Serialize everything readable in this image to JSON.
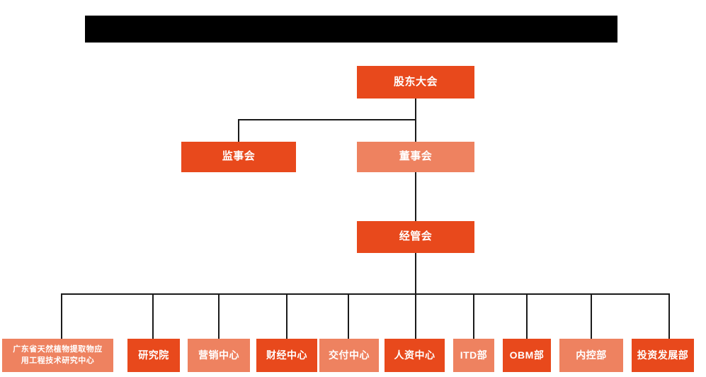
{
  "chart_data": {
    "type": "diagram",
    "diagram_type": "organizational-chart",
    "title": "",
    "colors": {
      "deep_orange": "#e8491c",
      "light_orange": "#ee8260",
      "connector": "#1a1a1a",
      "redaction": "#000000",
      "background": "#ffffff",
      "node_text": "#ffffff"
    },
    "levels": [
      {
        "level": 1,
        "nodes": [
          "股东大会"
        ]
      },
      {
        "level": 2,
        "nodes": [
          "监事会",
          "董事会"
        ]
      },
      {
        "level": 3,
        "nodes": [
          "经管会"
        ]
      },
      {
        "level": 4,
        "nodes": [
          "广东省天然植物提取物应用工程技术研究中心",
          "研究院",
          "营销中心",
          "财经中心",
          "交付中心",
          "人资中心",
          "ITD部",
          "OBM部",
          "内控部",
          "投资发展部"
        ]
      }
    ],
    "edges": [
      {
        "from": "股东大会",
        "to": "监事会"
      },
      {
        "from": "股东大会",
        "to": "董事会"
      },
      {
        "from": "董事会",
        "to": "经管会"
      },
      {
        "from": "经管会",
        "to": "广东省天然植物提取物应用工程技术研究中心"
      },
      {
        "from": "经管会",
        "to": "研究院"
      },
      {
        "from": "经管会",
        "to": "营销中心"
      },
      {
        "from": "经管会",
        "to": "财经中心"
      },
      {
        "from": "经管会",
        "to": "交付中心"
      },
      {
        "from": "经管会",
        "to": "人资中心"
      },
      {
        "from": "经管会",
        "to": "ITD部"
      },
      {
        "from": "经管会",
        "to": "OBM部"
      },
      {
        "from": "经管会",
        "to": "内控部"
      },
      {
        "from": "经管会",
        "to": "投资发展部"
      }
    ]
  },
  "header": {
    "redacted_bar_label": ""
  },
  "nodes": {
    "shareholders_meeting": {
      "label": "股东大会",
      "shade": "deep"
    },
    "board_of_supervisors": {
      "label": "监事会",
      "shade": "deep"
    },
    "board_of_directors": {
      "label": "董事会",
      "shade": "light"
    },
    "management_committee": {
      "label": "经管会",
      "shade": "deep"
    }
  },
  "departments": [
    {
      "label_line1": "广东省天然植物提取物应",
      "label_line2": "用工程技术研究中心",
      "shade": "light"
    },
    {
      "label": "研究院",
      "shade": "deep"
    },
    {
      "label": "营销中心",
      "shade": "light"
    },
    {
      "label": "财经中心",
      "shade": "deep"
    },
    {
      "label": "交付中心",
      "shade": "light"
    },
    {
      "label": "人资中心",
      "shade": "deep"
    },
    {
      "label": "ITD部",
      "shade": "light"
    },
    {
      "label": "OBM部",
      "shade": "deep"
    },
    {
      "label": "内控部",
      "shade": "light"
    },
    {
      "label": "投资发展部",
      "shade": "deep"
    }
  ]
}
